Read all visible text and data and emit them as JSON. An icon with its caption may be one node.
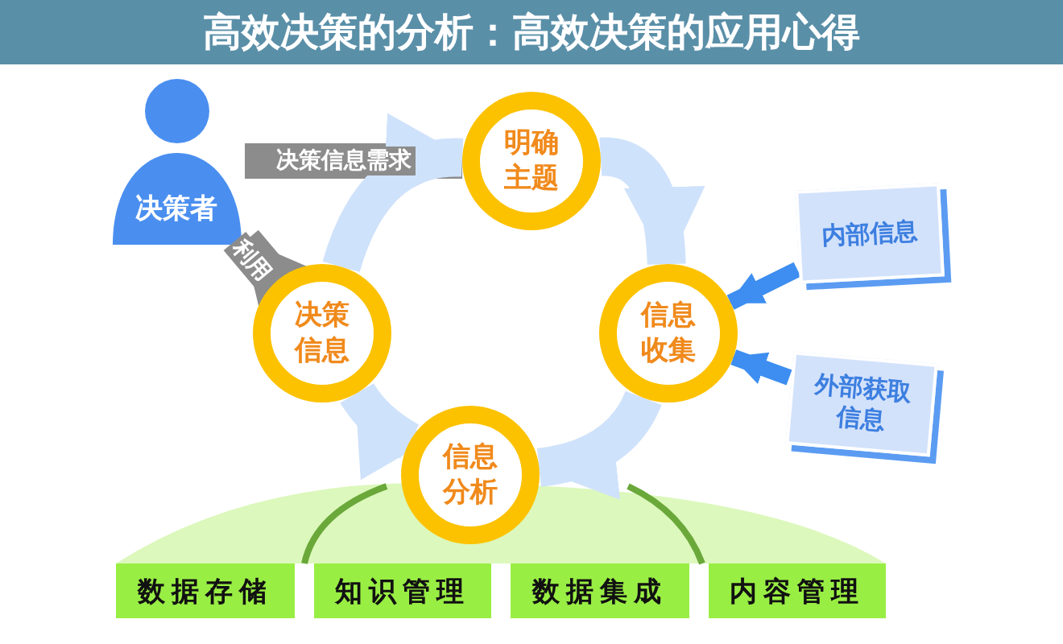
{
  "diagram": {
    "title": "高效决策的分析：高效决策的应用心得",
    "nodes": [
      {
        "text": [
          "决策者"
        ]
      },
      {
        "text": [
          "明确主题"
        ]
      },
      {
        "text": [
          "信息收集"
        ]
      },
      {
        "text": [
          "信息分析"
        ]
      },
      {
        "text": [
          "决策信息"
        ]
      },
      {
        "text": [
          "内部信息"
        ]
      },
      {
        "text": [
          "外部获取信息"
        ]
      },
      {
        "text": [
          "数据存储"
        ]
      },
      {
        "text": [
          "知识管理"
        ]
      },
      {
        "text": [
          "数据集成"
        ]
      },
      {
        "text": [
          "内容管理"
        ]
      }
    ],
    "edges": [
      {
        "from": 0,
        "to": 1,
        "arrow": "to",
        "label": "决策信息需求",
        "color": "#8c8c8c"
      },
      {
        "from": 4,
        "to": 0,
        "arrow": "to",
        "label": "利用",
        "color": "#8c8c8c"
      },
      {
        "from": 4,
        "to": 1,
        "arrow": "to"
      },
      {
        "from": 1,
        "to": 2,
        "arrow": "to"
      },
      {
        "from": 2,
        "to": 3,
        "arrow": "to"
      },
      {
        "from": 3,
        "to": 4,
        "arrow": "to"
      },
      {
        "from": 5,
        "to": 2,
        "arrow": "to",
        "color": "#3d8ef0"
      },
      {
        "from": 6,
        "to": 2,
        "arrow": "to",
        "color": "#3d8ef0"
      }
    ]
  }
}
